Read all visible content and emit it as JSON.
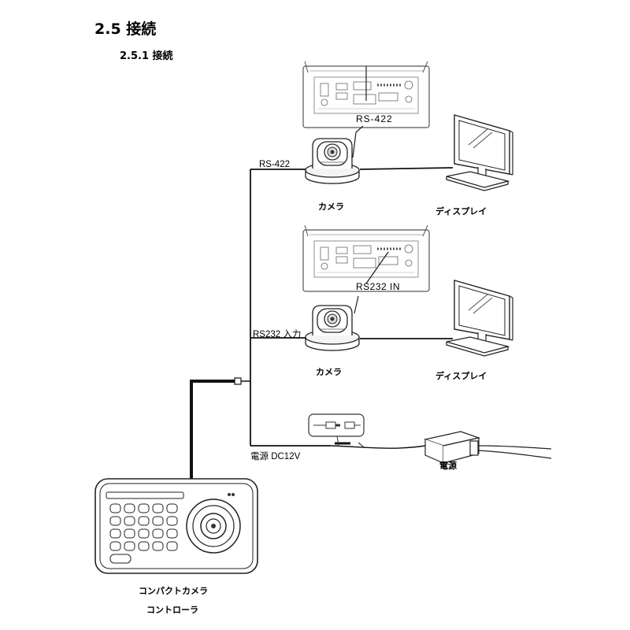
{
  "section_title": "2.5 接続",
  "subsection_title": "2.5.1  接続",
  "top_panel": {
    "callout": "RS-422"
  },
  "middle_panel": {
    "callout": "RS232 IN"
  },
  "connections": {
    "rs422": "RS-422",
    "rs232": "RS232 入力",
    "power": "電源 DC12V"
  },
  "devices": {
    "camera_top": "カメラ",
    "camera_middle": "カメラ",
    "display_top": "ディスプレイ",
    "display_middle": "ディスプレイ",
    "power_supply": "電源",
    "controller_line1": "コンパクトカメラ",
    "controller_line2": "コントローラ"
  }
}
